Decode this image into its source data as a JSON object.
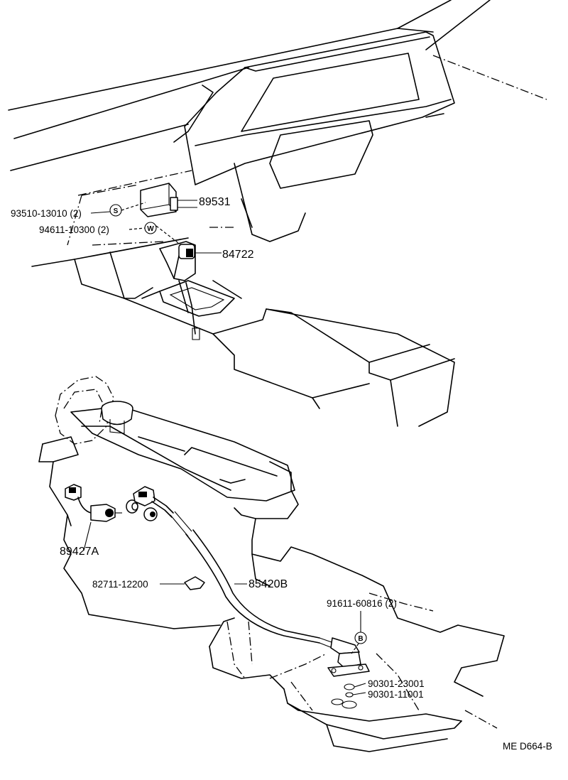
{
  "labels": {
    "p89531": "89531",
    "p93510": "93510-13010 (2)",
    "p94611": "94611-10300 (2)",
    "p84722": "84722",
    "p89427A": "89427A",
    "p82711": "82711-12200",
    "p85420B": "85420B",
    "p91611": "91611-60816 (2)",
    "p90301a": "90301-23001",
    "p90301b": "90301-11001",
    "footer": "ME  D664-B"
  },
  "symbols": {
    "s": "S",
    "w": "W",
    "b": "B"
  }
}
